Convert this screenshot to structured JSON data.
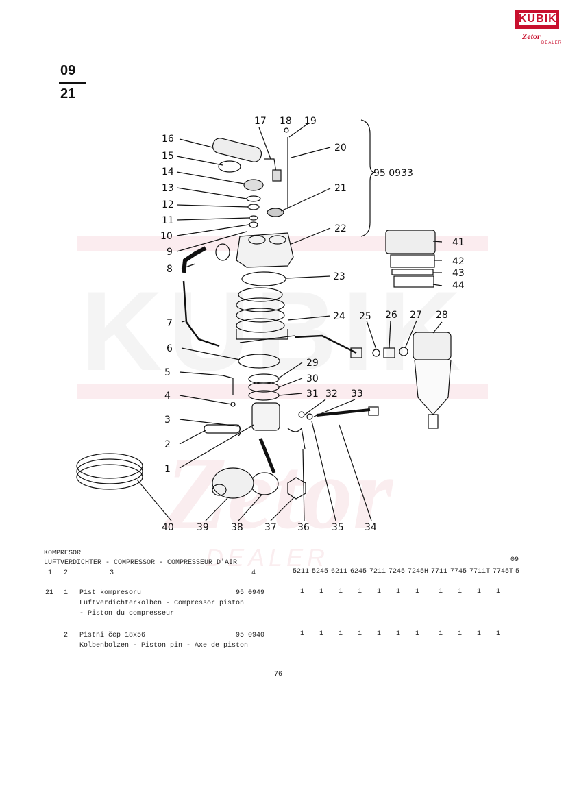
{
  "logo": {
    "brand": "KUBIK",
    "sub": "Zetor",
    "dealer": "DEALER"
  },
  "page_ref": {
    "top": "09",
    "bottom": "21"
  },
  "diagram": {
    "callouts": [
      "1",
      "2",
      "3",
      "4",
      "5",
      "6",
      "7",
      "8",
      "9",
      "10",
      "11",
      "12",
      "13",
      "14",
      "15",
      "16",
      "17",
      "18",
      "19",
      "20",
      "21",
      "22",
      "23",
      "24",
      "25",
      "26",
      "27",
      "28",
      "29",
      "30",
      "31",
      "32",
      "33",
      "34",
      "35",
      "36",
      "37",
      "38",
      "39",
      "40",
      "41",
      "42",
      "43",
      "44"
    ],
    "assembly_ref": "95 0933"
  },
  "watermark": {
    "brand": "KUBIK",
    "sub": "Zetor",
    "dealer": "DEALER"
  },
  "table": {
    "title_line1": "KOMPRESOR",
    "title_line2": "LUFTVERDICHTER - COMPRESSOR - COMPRESSEUR D'AIR",
    "group_no": "09",
    "col_nums": [
      "1",
      "2",
      "3",
      "4"
    ],
    "models": [
      "5211",
      "5245",
      "6211",
      "6245",
      "7211",
      "7245",
      "7245H",
      "7711",
      "7745",
      "7711T",
      "7745T"
    ],
    "col5": "5",
    "rows": [
      {
        "fig": "21",
        "pos": "1",
        "desc": [
          "Pist kompresoru",
          "Luftverdichterkolben - Compressor piston",
          "- Piston du compresseur"
        ],
        "partno": "95 0949",
        "qty": [
          "1",
          "1",
          "1",
          "1",
          "1",
          "1",
          "1",
          "1",
          "1",
          "1",
          "1"
        ]
      },
      {
        "fig": "",
        "pos": "2",
        "desc": [
          "Pistni čep 18x56",
          "Kolbenbolzen - Piston pin - Axe de piston"
        ],
        "partno": "95 0940",
        "qty": [
          "1",
          "1",
          "1",
          "1",
          "1",
          "1",
          "1",
          "1",
          "1",
          "1",
          "1"
        ]
      }
    ]
  },
  "footer": {
    "page_number": "76"
  }
}
